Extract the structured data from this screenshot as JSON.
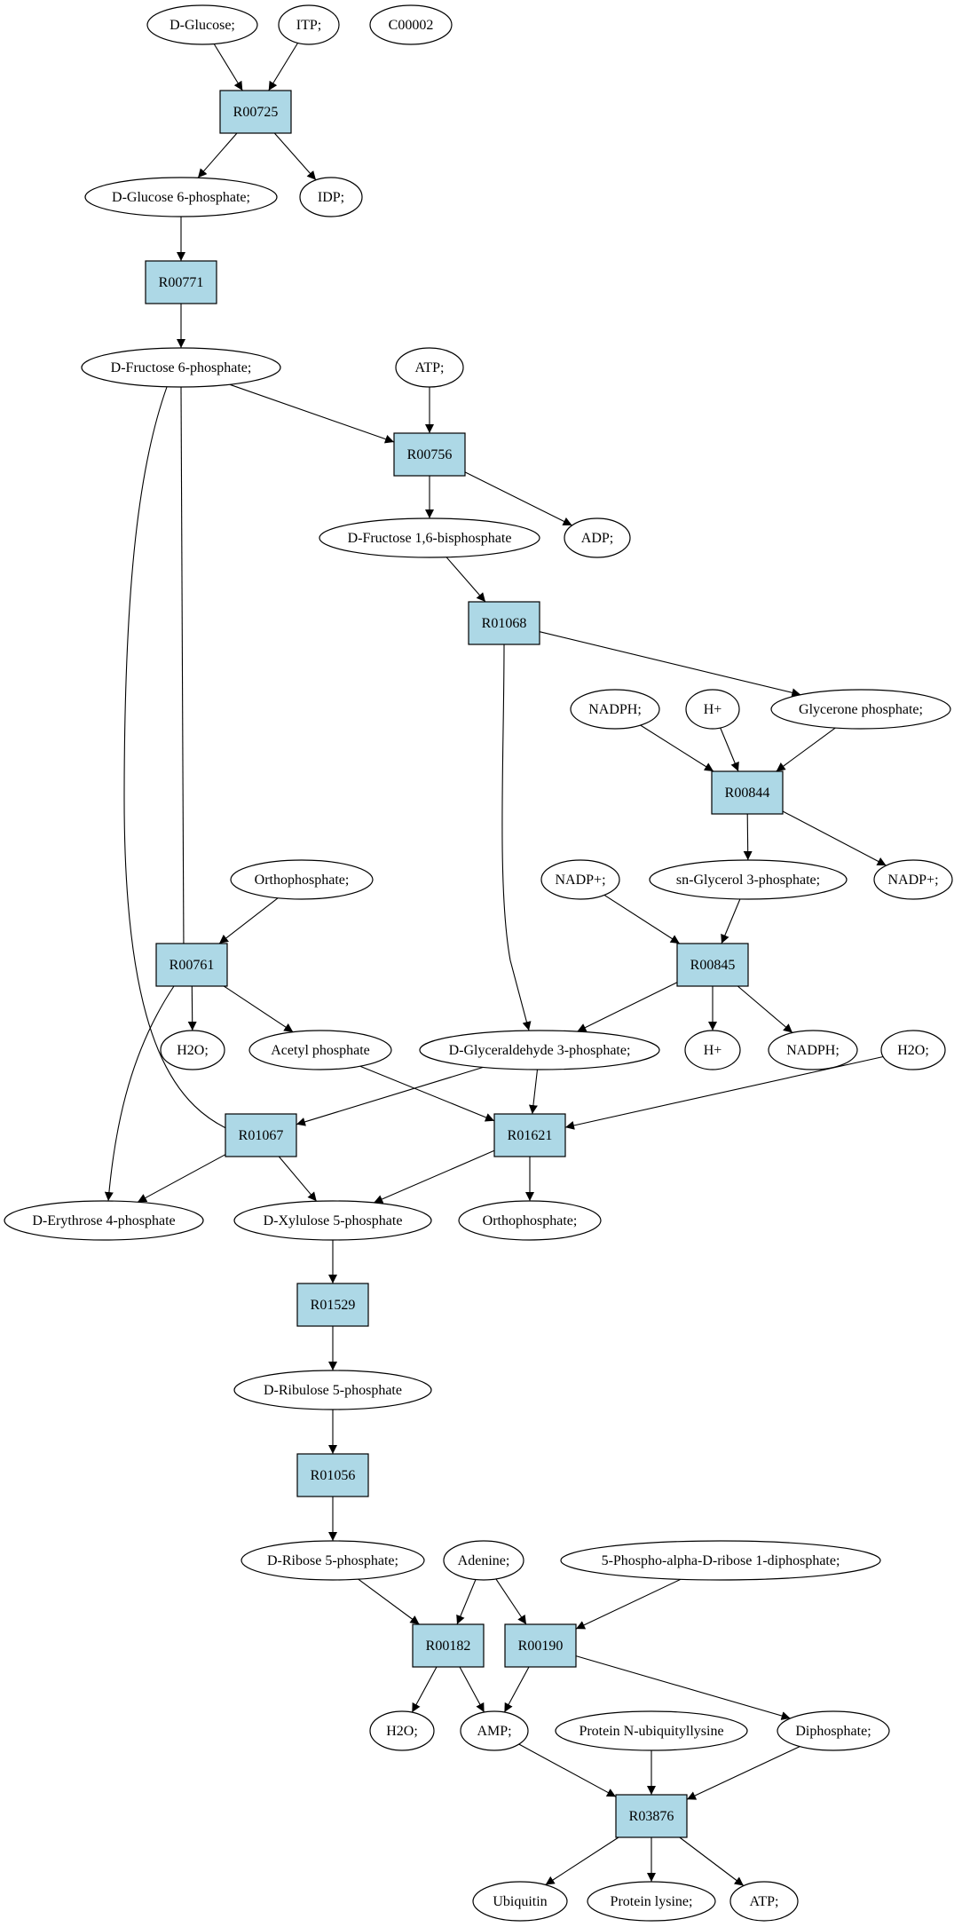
{
  "colors": {
    "reaction_fill": "#add8e6",
    "compound_fill": "#ffffff",
    "highlight_green": "#00ee00",
    "highlight_yellow": "#ffff00",
    "stroke": "#000000"
  },
  "compounds": [
    {
      "id": "c_glucose",
      "label": "D-Glucose;",
      "color": "#00ee00"
    },
    {
      "id": "c_itp",
      "label": "ITP;"
    },
    {
      "id": "c_c00002",
      "label": "C00002",
      "color": "#ffff00"
    },
    {
      "id": "c_g6p",
      "label": "D-Glucose 6-phosphate;"
    },
    {
      "id": "c_idp",
      "label": "IDP;"
    },
    {
      "id": "c_f6p",
      "label": "D-Fructose 6-phosphate;"
    },
    {
      "id": "c_atp1",
      "label": "ATP;"
    },
    {
      "id": "c_f16bp",
      "label": "D-Fructose 1,6-bisphosphate"
    },
    {
      "id": "c_adp",
      "label": "ADP;"
    },
    {
      "id": "c_nadph1",
      "label": "NADPH;"
    },
    {
      "id": "c_hplus1",
      "label": "H+"
    },
    {
      "id": "c_glyceronep",
      "label": "Glycerone phosphate;"
    },
    {
      "id": "c_orthop1",
      "label": "Orthophosphate;"
    },
    {
      "id": "c_nadpplus1",
      "label": "NADP+;"
    },
    {
      "id": "c_snglycerol3p",
      "label": "sn-Glycerol 3-phosphate;"
    },
    {
      "id": "c_nadpplus2",
      "label": "NADP+;"
    },
    {
      "id": "c_h2o1",
      "label": "H2O;"
    },
    {
      "id": "c_acetylp",
      "label": "Acetyl phosphate"
    },
    {
      "id": "c_g3p",
      "label": "D-Glyceraldehyde 3-phosphate;"
    },
    {
      "id": "c_hplus2",
      "label": "H+"
    },
    {
      "id": "c_nadph2",
      "label": "NADPH;"
    },
    {
      "id": "c_h2o2",
      "label": "H2O;"
    },
    {
      "id": "c_e4p",
      "label": "D-Erythrose 4-phosphate"
    },
    {
      "id": "c_xu5p",
      "label": "D-Xylulose 5-phosphate"
    },
    {
      "id": "c_orthop2",
      "label": "Orthophosphate;"
    },
    {
      "id": "c_ru5p",
      "label": "D-Ribulose 5-phosphate"
    },
    {
      "id": "c_r5p",
      "label": "D-Ribose 5-phosphate;"
    },
    {
      "id": "c_adenine",
      "label": "Adenine;"
    },
    {
      "id": "c_prpp",
      "label": "5-Phospho-alpha-D-ribose 1-diphosphate;"
    },
    {
      "id": "c_h2o3",
      "label": "H2O;"
    },
    {
      "id": "c_amp",
      "label": "AMP;"
    },
    {
      "id": "c_protnubl",
      "label": "Protein N-ubiquityllysine"
    },
    {
      "id": "c_diphosphate",
      "label": "Diphosphate;"
    },
    {
      "id": "c_ubiquitin",
      "label": "Ubiquitin"
    },
    {
      "id": "c_protlys",
      "label": "Protein lysine;"
    },
    {
      "id": "c_atp2",
      "label": "ATP;"
    }
  ],
  "reactions": [
    {
      "id": "r_R00725",
      "label": "R00725"
    },
    {
      "id": "r_R00771",
      "label": "R00771"
    },
    {
      "id": "r_R00756",
      "label": "R00756"
    },
    {
      "id": "r_R01068",
      "label": "R01068"
    },
    {
      "id": "r_R00844",
      "label": "R00844"
    },
    {
      "id": "r_R00761",
      "label": "R00761"
    },
    {
      "id": "r_R00845",
      "label": "R00845"
    },
    {
      "id": "r_R01067",
      "label": "R01067"
    },
    {
      "id": "r_R01621",
      "label": "R01621"
    },
    {
      "id": "r_R01529",
      "label": "R01529"
    },
    {
      "id": "r_R01056",
      "label": "R01056"
    },
    {
      "id": "r_R00182",
      "label": "R00182"
    },
    {
      "id": "r_R00190",
      "label": "R00190"
    },
    {
      "id": "r_R03876",
      "label": "R03876"
    }
  ],
  "edges": [
    [
      "c_glucose",
      "r_R00725"
    ],
    [
      "c_itp",
      "r_R00725"
    ],
    [
      "r_R00725",
      "c_g6p"
    ],
    [
      "r_R00725",
      "c_idp"
    ],
    [
      "c_g6p",
      "r_R00771"
    ],
    [
      "r_R00771",
      "c_f6p"
    ],
    [
      "c_f6p",
      "r_R00756"
    ],
    [
      "c_atp1",
      "r_R00756"
    ],
    [
      "r_R00756",
      "c_f16bp"
    ],
    [
      "r_R00756",
      "c_adp"
    ],
    [
      "c_f16bp",
      "r_R01068"
    ],
    [
      "r_R01068",
      "c_glyceronep"
    ],
    [
      "r_R01068",
      "c_g3p"
    ],
    [
      "c_nadph1",
      "r_R00844"
    ],
    [
      "c_hplus1",
      "r_R00844"
    ],
    [
      "c_glyceronep",
      "r_R00844"
    ],
    [
      "r_R00844",
      "c_snglycerol3p"
    ],
    [
      "r_R00844",
      "c_nadpplus1"
    ],
    [
      "c_f6p",
      "r_R00761"
    ],
    [
      "c_orthop1",
      "r_R00761"
    ],
    [
      "r_R00761",
      "c_h2o1"
    ],
    [
      "r_R00761",
      "c_acetylp"
    ],
    [
      "r_R00761",
      "c_e4p"
    ],
    [
      "c_nadpplus2",
      "r_R00845"
    ],
    [
      "c_snglycerol3p",
      "r_R00845"
    ],
    [
      "r_R00845",
      "c_g3p"
    ],
    [
      "r_R00845",
      "c_hplus2"
    ],
    [
      "r_R00845",
      "c_nadph2"
    ],
    [
      "c_f6p",
      "r_R01067"
    ],
    [
      "c_g3p",
      "r_R01067"
    ],
    [
      "r_R01067",
      "c_e4p"
    ],
    [
      "r_R01067",
      "c_xu5p"
    ],
    [
      "c_acetylp",
      "r_R01621"
    ],
    [
      "c_g3p",
      "r_R01621"
    ],
    [
      "c_h2o2",
      "r_R01621"
    ],
    [
      "r_R01621",
      "c_xu5p"
    ],
    [
      "r_R01621",
      "c_orthop2"
    ],
    [
      "c_xu5p",
      "r_R01529"
    ],
    [
      "r_R01529",
      "c_ru5p"
    ],
    [
      "c_ru5p",
      "r_R01056"
    ],
    [
      "r_R01056",
      "c_r5p"
    ],
    [
      "c_r5p",
      "r_R00182"
    ],
    [
      "c_adenine",
      "r_R00182"
    ],
    [
      "r_R00182",
      "c_h2o3"
    ],
    [
      "r_R00182",
      "c_amp"
    ],
    [
      "c_adenine",
      "r_R00190"
    ],
    [
      "c_prpp",
      "r_R00190"
    ],
    [
      "r_R00190",
      "c_amp"
    ],
    [
      "r_R00190",
      "c_diphosphate"
    ],
    [
      "c_amp",
      "r_R03876"
    ],
    [
      "c_protnubl",
      "r_R03876"
    ],
    [
      "c_diphosphate",
      "r_R03876"
    ],
    [
      "r_R03876",
      "c_ubiquitin"
    ],
    [
      "r_R03876",
      "c_protlys"
    ],
    [
      "r_R03876",
      "c_atp2"
    ]
  ]
}
